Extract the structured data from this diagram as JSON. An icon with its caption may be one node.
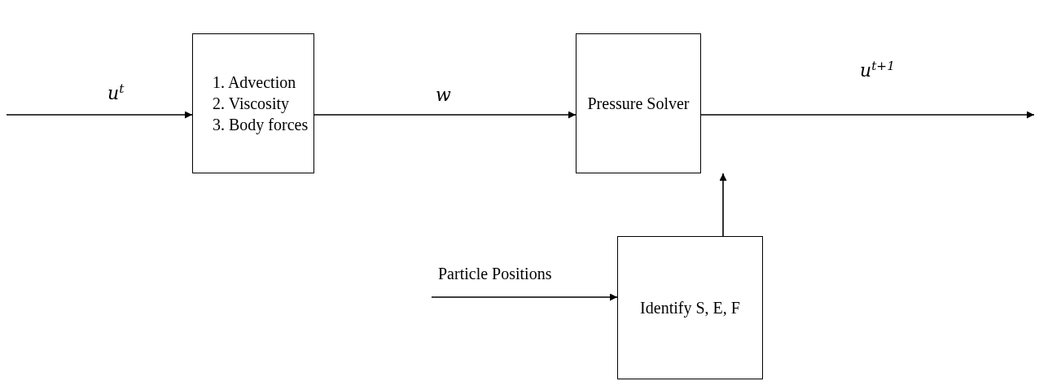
{
  "diagram": {
    "nodes": [
      {
        "text": [
          "1. Advection",
          "2. Viscosity",
          "3. Body forces"
        ]
      },
      {
        "text": [
          "Pressure Solver"
        ]
      },
      {
        "text": [
          "Identify S, E, F"
        ]
      }
    ],
    "edges": [
      {
        "from": null,
        "to": 0,
        "arrow": "to",
        "label": "u$^{t}$"
      },
      {
        "from": 0,
        "to": 1,
        "arrow": "to",
        "label": "w"
      },
      {
        "from": 1,
        "to": null,
        "arrow": "to",
        "label": "u$^{t+1}$"
      },
      {
        "from": 2,
        "to": 1,
        "arrow": "to"
      },
      {
        "from": null,
        "to": 2,
        "arrow": "to",
        "label": "Particle Positions"
      }
    ]
  }
}
